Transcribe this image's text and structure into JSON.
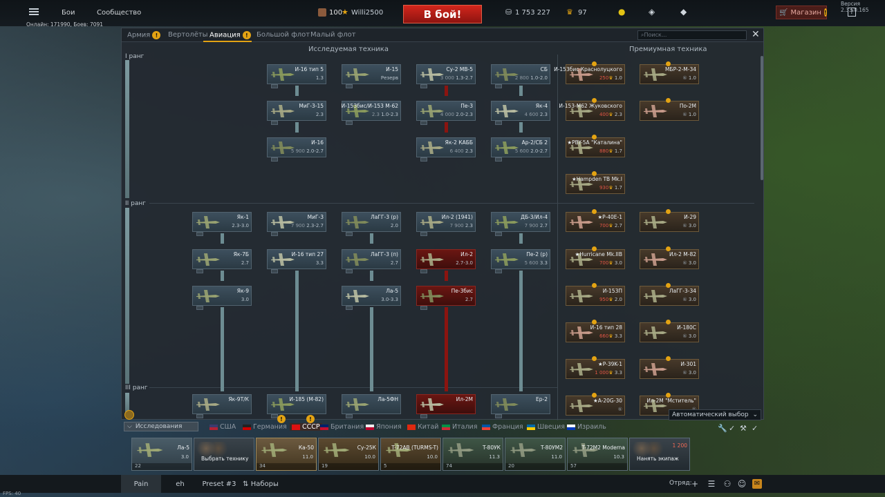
{
  "version": "Версия 2.33.0.165",
  "online": "Онлайн: 171990, Боев: 7091",
  "fps": "FPS: 40",
  "topnav": {
    "battles": "Бои",
    "community": "Сообщество"
  },
  "player": {
    "level": "100",
    "name": "Willi2500"
  },
  "battle_button": "В бой!",
  "currency": {
    "silver": "1 753 227",
    "premium": "97"
  },
  "shop_label": "Магазин",
  "tabs": [
    {
      "label": "Армия",
      "badge": "!"
    },
    {
      "label": "Вертолёты"
    },
    {
      "label": "Авиация",
      "badge": "!"
    },
    {
      "label": "Большой флот"
    },
    {
      "label": "Малый флот"
    }
  ],
  "search_placeholder": "Поиск...",
  "sections": {
    "research": "Исследуемая техника",
    "premium": "Премиумная техника"
  },
  "ranks": [
    "I ранг",
    "II ранг",
    "III ранг"
  ],
  "cards": [
    {
      "name": "И-16 тип 5",
      "br": "1.3",
      "tone": "blue"
    },
    {
      "name": "И-15",
      "br": "Резерв",
      "tone": "blue"
    },
    {
      "name": "Су-2 МВ-5",
      "cost": "3 000",
      "br": "1.3-2.7",
      "tone": "blue"
    },
    {
      "name": "СБ",
      "cost": "2 800",
      "br": "1.0-2.0",
      "tone": "blue"
    },
    {
      "name": "МиГ-3-15",
      "br": "2.3",
      "tone": "blue"
    },
    {
      "name": "И-153бис/И-153 М-62",
      "cost": "2.3",
      "br": "1.0-2.3",
      "tone": "blue"
    },
    {
      "name": "Пе-3",
      "cost": "4 000",
      "br": "2.0-2.3",
      "tone": "blue"
    },
    {
      "name": "Як-4",
      "cost": "4 600",
      "br": "2.3",
      "tone": "blue"
    },
    {
      "name": "И-16",
      "cost": "5 900",
      "br": "2.0-2.7",
      "tone": "blue"
    },
    {
      "name": "Як-2 КАББ",
      "cost": "6 400",
      "br": "2.3",
      "tone": "blue"
    },
    {
      "name": "Ар-2/СБ 2",
      "cost": "5 600",
      "br": "2.0-2.7",
      "tone": "blue"
    },
    {
      "name": "Як-1",
      "br": "2.3-3.0",
      "tone": "blue"
    },
    {
      "name": "МиГ-3",
      "cost": "7 900",
      "br": "2.3-2.7",
      "tone": "blue"
    },
    {
      "name": "ЛаГГ-3 (р)",
      "br": "2.0",
      "tone": "blue"
    },
    {
      "name": "Ил-2 (1941)",
      "cost": "7 900",
      "br": "2.3",
      "tone": "blue"
    },
    {
      "name": "ДБ-3/Ил-4",
      "cost": "7 900",
      "br": "2.7",
      "tone": "blue"
    },
    {
      "name": "Як-7Б",
      "br": "2.7",
      "tone": "blue"
    },
    {
      "name": "И-16 тип 27",
      "br": "3.3",
      "tone": "blue"
    },
    {
      "name": "ЛаГГ-3 (п)",
      "br": "2.7",
      "tone": "blue"
    },
    {
      "name": "Ил-2",
      "br": "2.7-3.0",
      "tone": "red"
    },
    {
      "name": "Пе-2 (р)",
      "cost": "5 600",
      "br": "3.3",
      "tone": "blue"
    },
    {
      "name": "Як-9",
      "br": "3.0",
      "tone": "blue"
    },
    {
      "name": "Ла-5",
      "br": "3.0-3.3",
      "tone": "blue"
    },
    {
      "name": "Пе-3бис",
      "br": "2.7",
      "tone": "red"
    },
    {
      "name": "Як-9Т/К",
      "tone": "blue"
    },
    {
      "name": "И-185 (М-82)",
      "tone": "blue"
    },
    {
      "name": "Ла-5ФН",
      "tone": "blue"
    },
    {
      "name": "Ил-2М",
      "tone": "red"
    },
    {
      "name": "Ер-2",
      "tone": "blue"
    }
  ],
  "premium": [
    {
      "name": "И-153бис Краснолуцкого",
      "cost": "250",
      "br": "1.0"
    },
    {
      "name": "МБР-2-М-34",
      "br": "1.0"
    },
    {
      "name": "И-153-М62 Жуковского",
      "cost": "400",
      "br": "2.3"
    },
    {
      "name": "По-2М",
      "br": "1.0"
    },
    {
      "name": "★PBY-5A \"Каталина\"",
      "cost": "880",
      "br": "1.7"
    },
    {
      "name": "★Hampden TB Mk.I",
      "cost": "930",
      "br": "1.7"
    },
    {
      "name": "★P-40E-1",
      "cost": "700",
      "br": "2.7"
    },
    {
      "name": "И-29",
      "br": "3.0"
    },
    {
      "name": "★Hurricane Mk.IIB",
      "cost": "700",
      "br": "3.0"
    },
    {
      "name": "Ил-2 М-82",
      "br": "3.0"
    },
    {
      "name": "И-153П",
      "cost": "950",
      "br": "2.0"
    },
    {
      "name": "ЛаГГ-3-34",
      "br": "3.0"
    },
    {
      "name": "И-16 тип 28",
      "cost": "660",
      "br": "3.3"
    },
    {
      "name": "И-180С",
      "br": "3.0"
    },
    {
      "name": "★P-39K-1",
      "cost": "1 000",
      "br": "3.3"
    },
    {
      "name": "И-301",
      "br": "3.0"
    },
    {
      "name": "★A-20G-30"
    },
    {
      "name": "Ил-2М \"Мститель\""
    }
  ],
  "research_label": "Исследования",
  "auto_select": "Автоматический выбор",
  "nations": [
    {
      "label": "США",
      "colors": [
        "#3c3b6e",
        "#b22234"
      ]
    },
    {
      "label": "Германия",
      "colors": [
        "#222",
        "#c00"
      ]
    },
    {
      "label": "СССР",
      "colors": [
        "#d11",
        "#d11"
      ]
    },
    {
      "label": "Британия",
      "colors": [
        "#012169",
        "#c8102e"
      ]
    },
    {
      "label": "Япония",
      "colors": [
        "#eee",
        "#bc002d"
      ]
    },
    {
      "label": "Китай",
      "colors": [
        "#de2910",
        "#de2910"
      ]
    },
    {
      "label": "Италия",
      "colors": [
        "#009246",
        "#ce2b37"
      ]
    },
    {
      "label": "Франция",
      "colors": [
        "#0055a4",
        "#ef4135"
      ]
    },
    {
      "label": "Швеция",
      "colors": [
        "#006aa7",
        "#fecc00"
      ]
    },
    {
      "label": "Израиль",
      "colors": [
        "#fff",
        "#0038b8"
      ]
    }
  ],
  "slots": [
    {
      "name": "Ла-5",
      "br": "3.0",
      "count": "22",
      "kind": "air"
    },
    {
      "name": "Выбрать технику",
      "kind": "crew"
    },
    {
      "name": "Ка-50",
      "br": "11.0",
      "count": "34",
      "kind": "sel"
    },
    {
      "name": "Су-25К",
      "br": "10.0",
      "count": "19",
      "kind": "prem"
    },
    {
      "name": "T-72AB (TURMS-T)",
      "br": "10.0",
      "count": "5",
      "kind": "prem"
    },
    {
      "name": "T-80УК",
      "br": "11.3",
      "count": "74",
      "kind": "tank"
    },
    {
      "name": "T-80УМ2",
      "br": "11.0",
      "count": "20",
      "kind": "tank"
    },
    {
      "name": "T-72M2 Moderna",
      "br": "10.3",
      "count": "57",
      "kind": "tank"
    },
    {
      "name": "Нанять экипаж",
      "cost": "1 200",
      "kind": "crew"
    }
  ],
  "bottom_tabs": [
    "Pain",
    "eh",
    "Preset #3",
    "Наборы"
  ],
  "squad_label": "Отряд:"
}
